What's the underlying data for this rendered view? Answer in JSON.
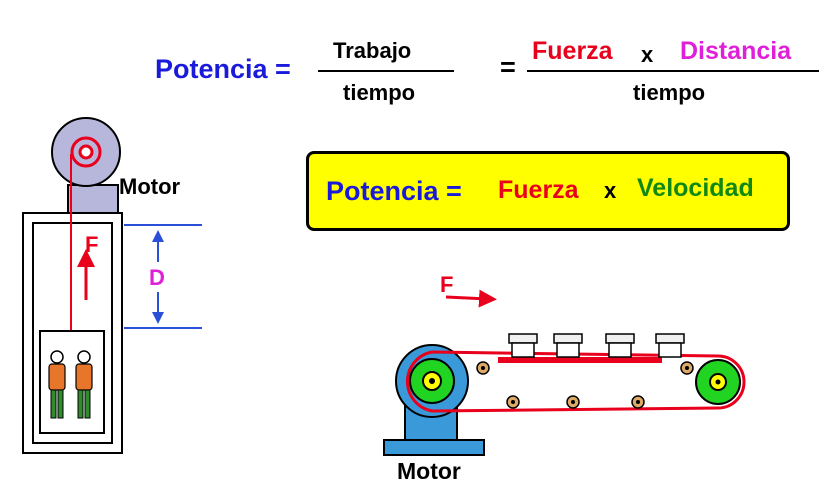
{
  "formula_top": {
    "lhs": "Potencia =",
    "numerator_1": "Trabajo",
    "denominator_1": "tiempo",
    "equals_2": "=",
    "numerator_2_a": "Fuerza",
    "numerator_2_op": "x",
    "numerator_2_b": "Distancia",
    "denominator_2": "tiempo"
  },
  "formula_box": {
    "lhs": "Potencia =",
    "term_a": "Fuerza",
    "op": "x",
    "term_b": "Velocidad"
  },
  "elevator": {
    "motor_label": "Motor",
    "force_label": "F",
    "distance_label": "D"
  },
  "conveyor": {
    "force_label": "F",
    "motor_label": "Motor"
  },
  "colors": {
    "blue_text": "#1a1adb",
    "red_text": "#e8001c",
    "magenta_text": "#e020d8",
    "green_text": "#118811",
    "box_fill": "#ffff00"
  }
}
